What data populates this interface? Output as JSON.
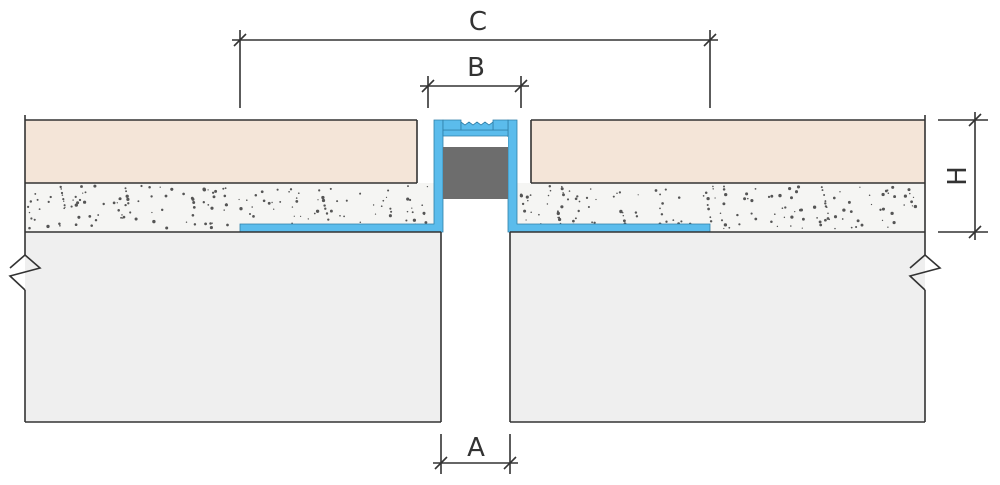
{
  "dimensions": {
    "a": "A",
    "b": "B",
    "c": "C",
    "h": "H"
  },
  "colors": {
    "tile": "#f4e5d8",
    "screed": "#f5f5f3",
    "speckle": "#555555",
    "concrete": "#efefef",
    "profile": "#5bbcec",
    "insert": "#6d6d6d",
    "line": "#333333"
  },
  "speckle_density": 170
}
